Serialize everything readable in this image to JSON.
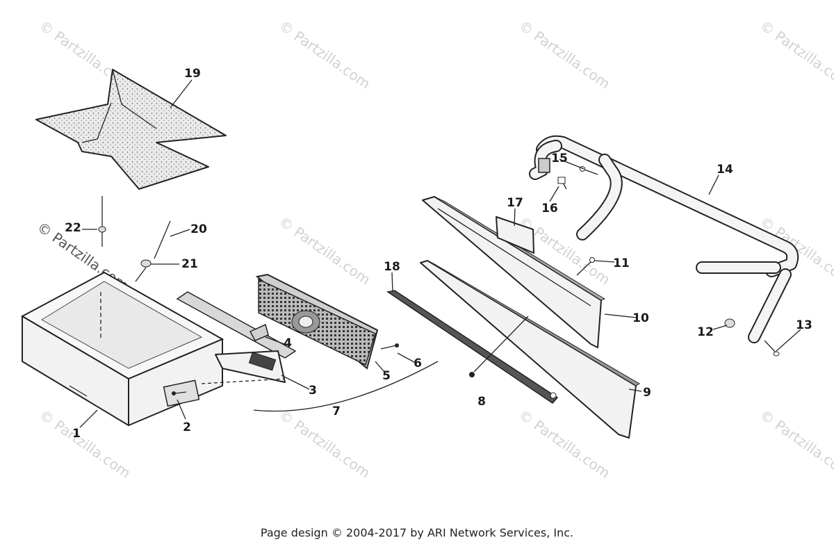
{
  "watermark": "© Partzilla.com",
  "footer": "Page design © 2004-2017 by ARI Network Services, Inc.",
  "callouts": [
    {
      "id": "1",
      "label": "1"
    },
    {
      "id": "2",
      "label": "2"
    },
    {
      "id": "3",
      "label": "3"
    },
    {
      "id": "4",
      "label": "4"
    },
    {
      "id": "5",
      "label": "5"
    },
    {
      "id": "6",
      "label": "6"
    },
    {
      "id": "7",
      "label": "7"
    },
    {
      "id": "8",
      "label": "8"
    },
    {
      "id": "9",
      "label": "9"
    },
    {
      "id": "10",
      "label": "10"
    },
    {
      "id": "11",
      "label": "11"
    },
    {
      "id": "12",
      "label": "12"
    },
    {
      "id": "13",
      "label": "13"
    },
    {
      "id": "14",
      "label": "14"
    },
    {
      "id": "15",
      "label": "15"
    },
    {
      "id": "16",
      "label": "16"
    },
    {
      "id": "17",
      "label": "17"
    },
    {
      "id": "18",
      "label": "18"
    },
    {
      "id": "19",
      "label": "19"
    },
    {
      "id": "20",
      "label": "20"
    },
    {
      "id": "21",
      "label": "21"
    },
    {
      "id": "22",
      "label": "22"
    }
  ]
}
